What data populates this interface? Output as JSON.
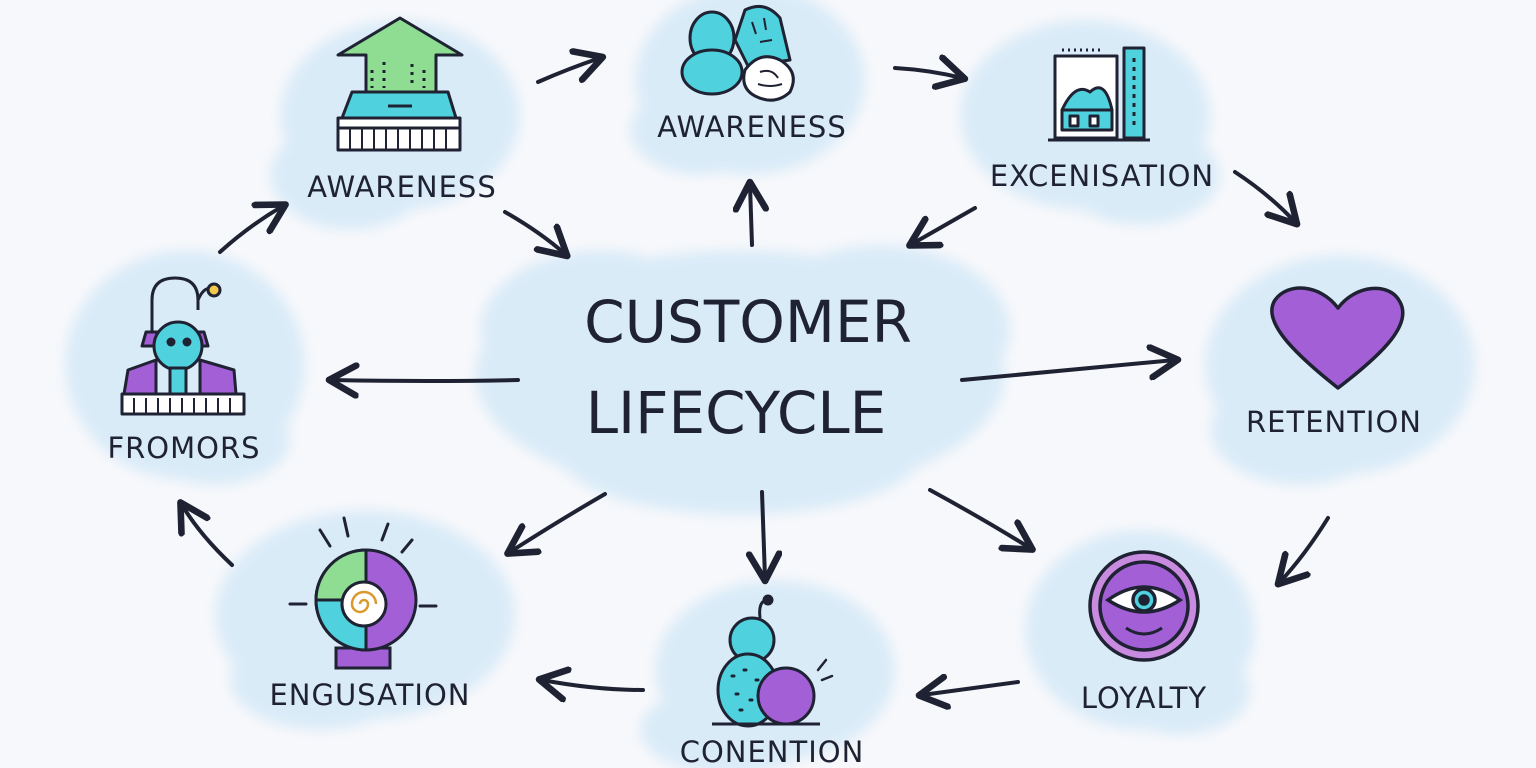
{
  "diagram": {
    "title_line1": "CUSTOMER",
    "title_line2": "LIFECYCLE",
    "nodes": [
      {
        "id": "awareness-left",
        "label": "AWARENESS",
        "icon": "house-arrow-icon"
      },
      {
        "id": "awareness-top",
        "label": "AWARENESS",
        "icon": "figure-hand-icon"
      },
      {
        "id": "excenisation",
        "label": "EXCENISATION",
        "icon": "building-chart-icon"
      },
      {
        "id": "retention",
        "label": "RETENTION",
        "icon": "heart-icon"
      },
      {
        "id": "loyalty",
        "label": "LOYALTY",
        "icon": "eye-badge-icon"
      },
      {
        "id": "conention",
        "label": "CONENTION",
        "icon": "stacked-figures-icon"
      },
      {
        "id": "engusation",
        "label": "ENGUSATION",
        "icon": "spiral-lamp-icon"
      },
      {
        "id": "fromors",
        "label": "FROMORS",
        "icon": "robot-machine-icon"
      }
    ],
    "colors": {
      "cloud": "#d9ebf8",
      "ink": "#1f2233",
      "teal": "#4fd1de",
      "purple": "#a25fd6",
      "green": "#8fdc93"
    }
  }
}
